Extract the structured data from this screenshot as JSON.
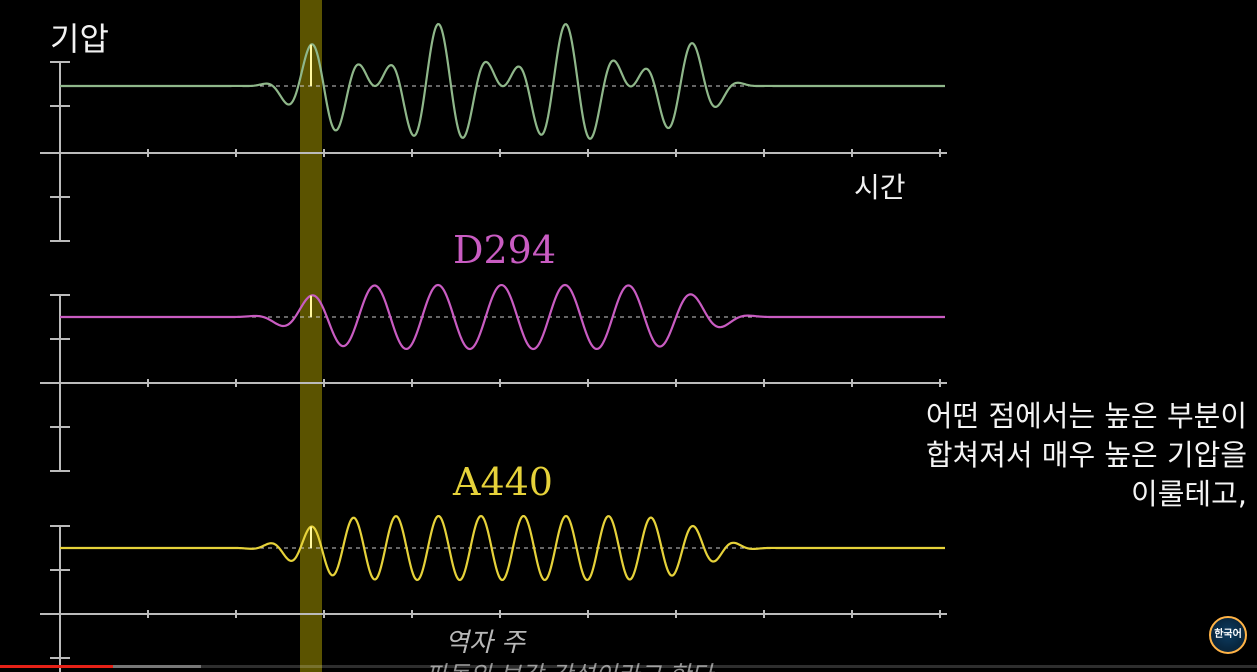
{
  "chart_data": {
    "type": "line",
    "ylabel": "기압",
    "xlabel": "시간",
    "series": [
      {
        "name": "",
        "role": "sum",
        "color": "#8fb78a"
      },
      {
        "name": "D294",
        "role": "D",
        "frequency_hz": 294,
        "color": "#c95cc2"
      },
      {
        "name": "A440",
        "role": "A",
        "frequency_hz": 440,
        "color": "#e6d23a"
      }
    ],
    "grid": false,
    "highlight_color": "#6b6200"
  },
  "subtitle_lines": [
    "어떤 점에서는 높은 부분이",
    "합쳐져서 매우 높은 기압을",
    "이룰테고,"
  ],
  "translator_note": {
    "heading": "역자 주",
    "text": "파동의 보강 간섭이라고 한다"
  },
  "player": {
    "progress": 0.09,
    "buffered": 0.16,
    "badge_text": "한국어"
  }
}
